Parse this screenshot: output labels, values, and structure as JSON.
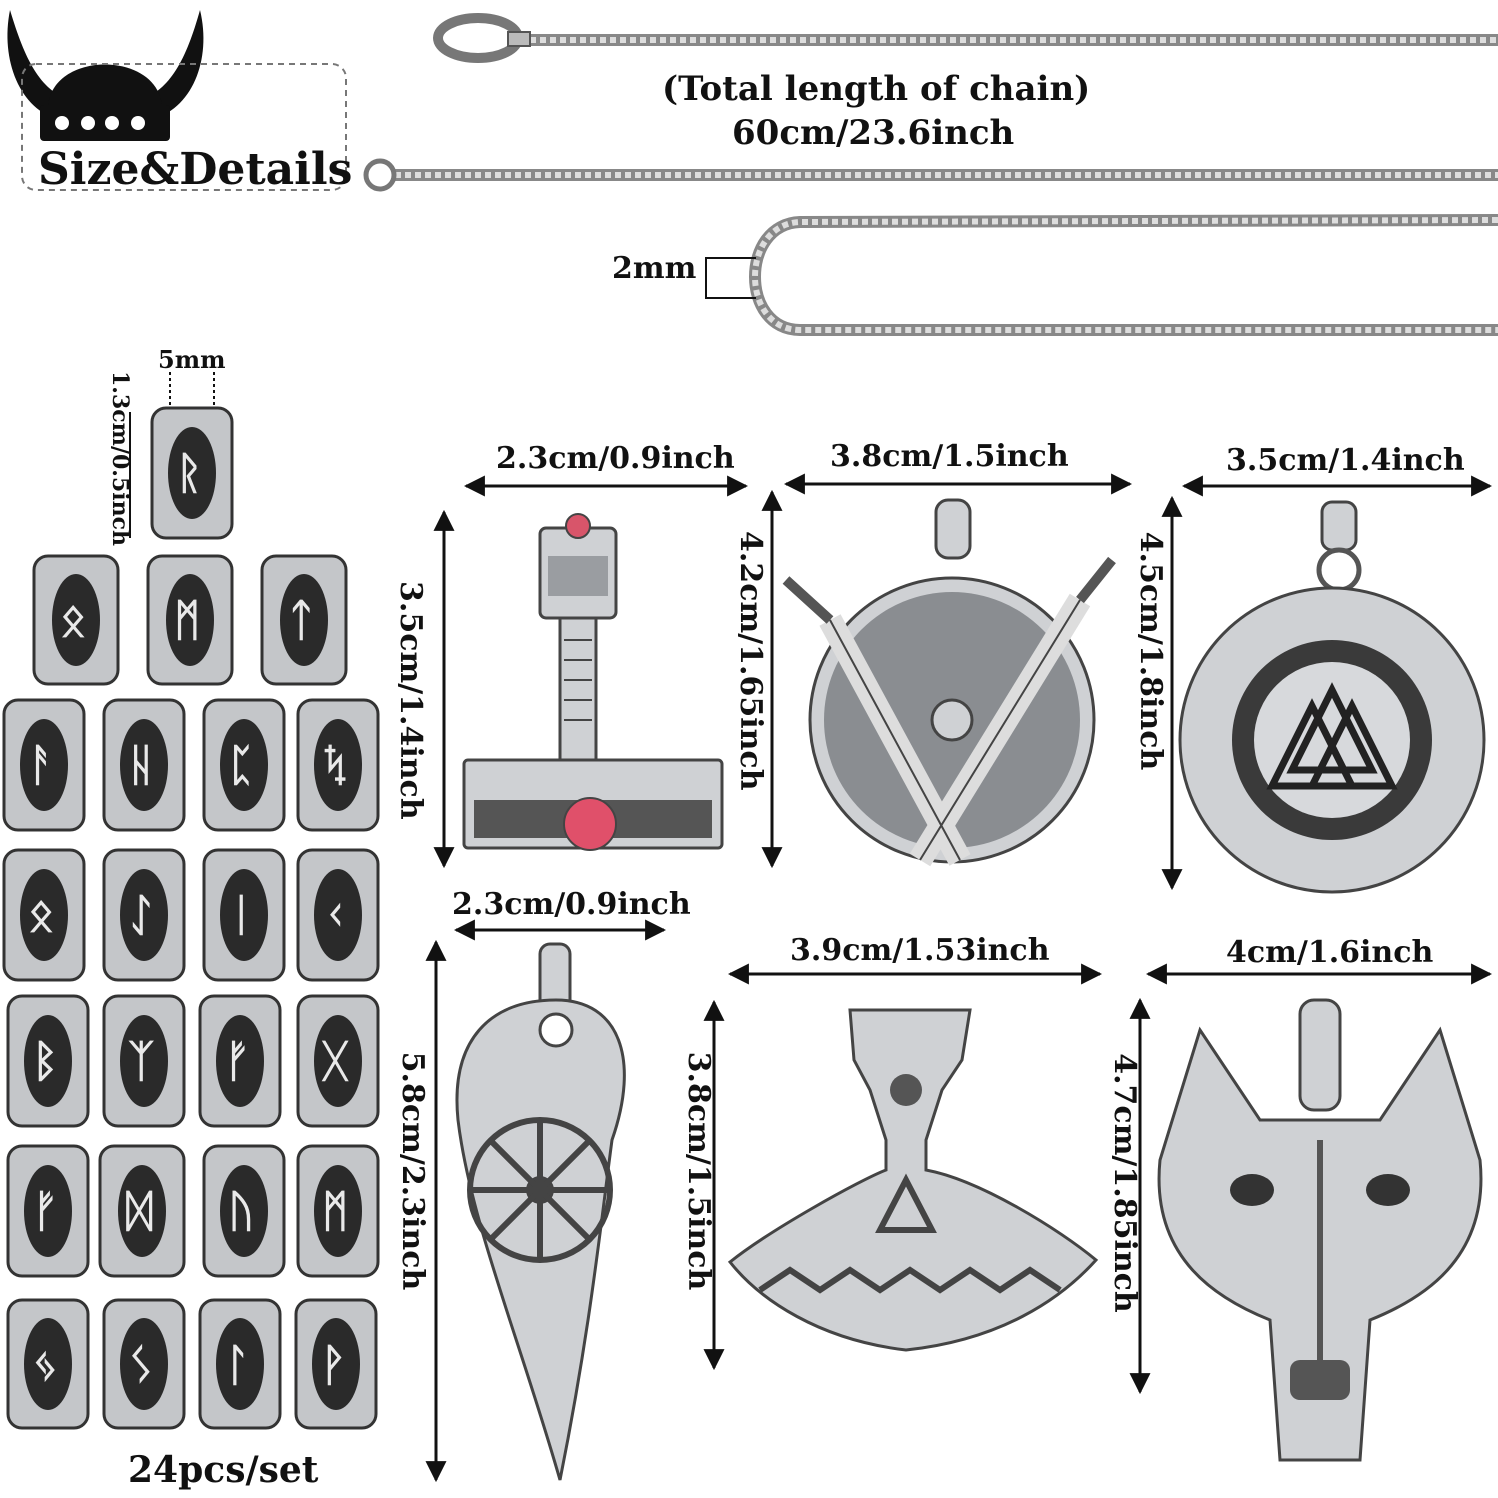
{
  "header": {
    "badge_text": "Size&Details"
  },
  "chain": {
    "caption_line1": "(Total length of chain)",
    "caption_line2": "60cm/23.6inch",
    "width_label": "2mm"
  },
  "beads": {
    "hole_label": "5mm",
    "height_label": "1.3cm/0.5inch",
    "count_label": "24pcs/set",
    "runes": [
      "ᚱ",
      "ᛟ",
      "ᛗ",
      "ᛏ",
      "ᚨ",
      "ᚺ",
      "ᛈ",
      "ᛪ",
      "ᛟ",
      "ᛇ",
      "ᛁ",
      "ᚲ",
      "ᛒ",
      "ᛉ",
      "ᚠ",
      "ᚷ",
      "ᚠ",
      "ᛞ",
      "ᚢ",
      "ᛗ",
      "ᛃ",
      "ᛊ",
      "ᛚ",
      "ᚹ"
    ]
  },
  "pendants": {
    "hammer": {
      "width": "2.3cm/0.9inch",
      "height": "3.5cm/1.4inch"
    },
    "shield": {
      "width": "3.8cm/1.5inch",
      "height": "4.2cm/1.65inch"
    },
    "valknut": {
      "width": "3.5cm/1.4inch",
      "height": "4.5cm/1.8inch"
    },
    "arrowhead": {
      "width": "2.3cm/0.9inch",
      "height": "5.8cm/2.3inch"
    },
    "axe": {
      "width": "3.9cm/1.53inch",
      "height": "3.8cm/1.5inch"
    },
    "wolf": {
      "width": "4cm/1.6inch",
      "height": "4.7cm/1.85inch"
    }
  }
}
